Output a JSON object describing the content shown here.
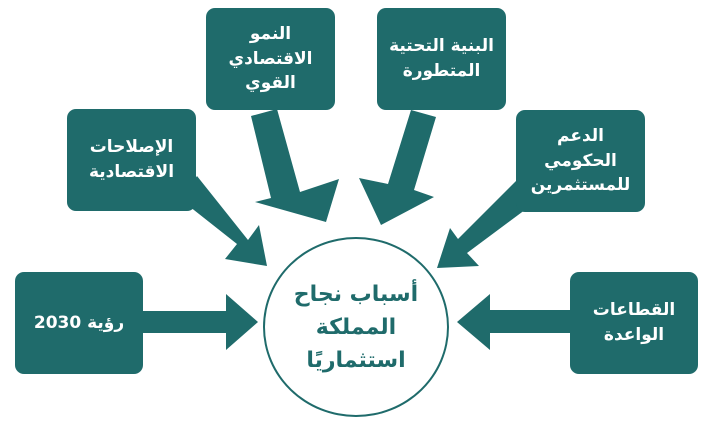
{
  "diagram": {
    "center": "أسباب نجاح المملكة استثماريًا",
    "boxes": {
      "vision_2030": "رؤية 2030",
      "economic_reforms": "الإصلاحات الاقتصادية",
      "strong_growth": "النمو الاقتصادي القوي",
      "advanced_infrastructure": "البنية التحتية المتطورة",
      "government_support": "الدعم الحكومي للمستثمرين",
      "promising_sectors": "القطاعات الواعدة"
    }
  },
  "colors": {
    "primary": "#1f6b6b",
    "background": "#ffffff"
  }
}
